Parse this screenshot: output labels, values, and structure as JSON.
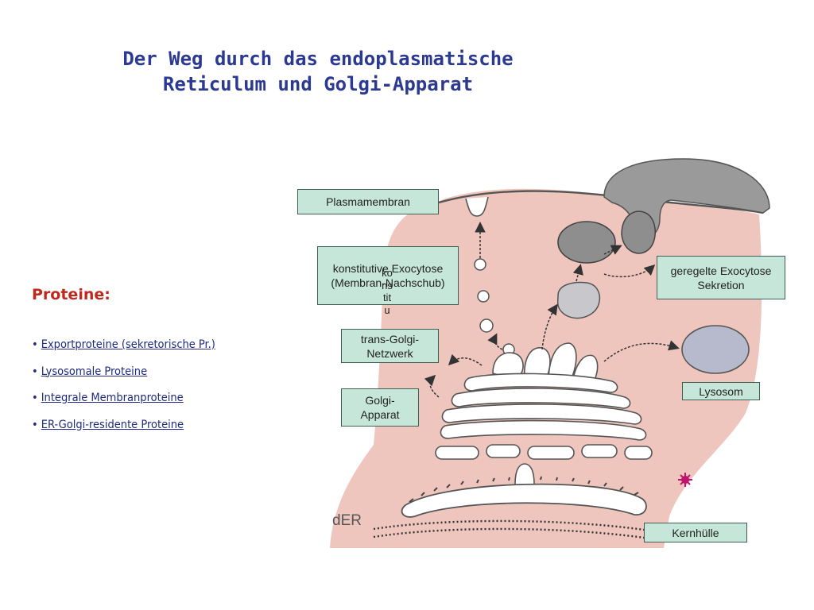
{
  "title": {
    "line1": "Der Weg durch das endoplasmatische",
    "line2": "Reticulum und Golgi-Apparat"
  },
  "proteins": {
    "heading": "Proteine:",
    "items": [
      "Exportproteine (sekretorische Pr.)",
      "Lysosomale Proteine",
      "Integrale Membranproteine",
      "ER-Golgi-residente Proteine"
    ]
  },
  "labels": {
    "plasmamembran": "Plasmamembran",
    "konstitutive_line1": "konstitutive Exocytose",
    "konstitutive_line2": "(Membran-Nachschub)",
    "trans_golgi_line1": "trans-Golgi-",
    "trans_golgi_line2": "Netzwerk",
    "golgi_line1": "Golgi-",
    "golgi_line2": "Apparat",
    "geregelte_line1": "geregelte Exocytose",
    "geregelte_line2": "Sekretion",
    "lysosom": "Lysosom",
    "kernhuelle": "Kernhülle",
    "der": "dER",
    "vertical_overlay": "konstitu"
  },
  "colors": {
    "title": "#2b3990",
    "heading": "#c0281e",
    "list": "#1f2a80",
    "cell": "#efc6bd",
    "label_bg": "#c6e6d9",
    "vesicle_dark": "#8e8e8e",
    "vesicle_light": "#c7c7cc",
    "lysosome": "#b7b9cc",
    "star": "#c0146c"
  }
}
